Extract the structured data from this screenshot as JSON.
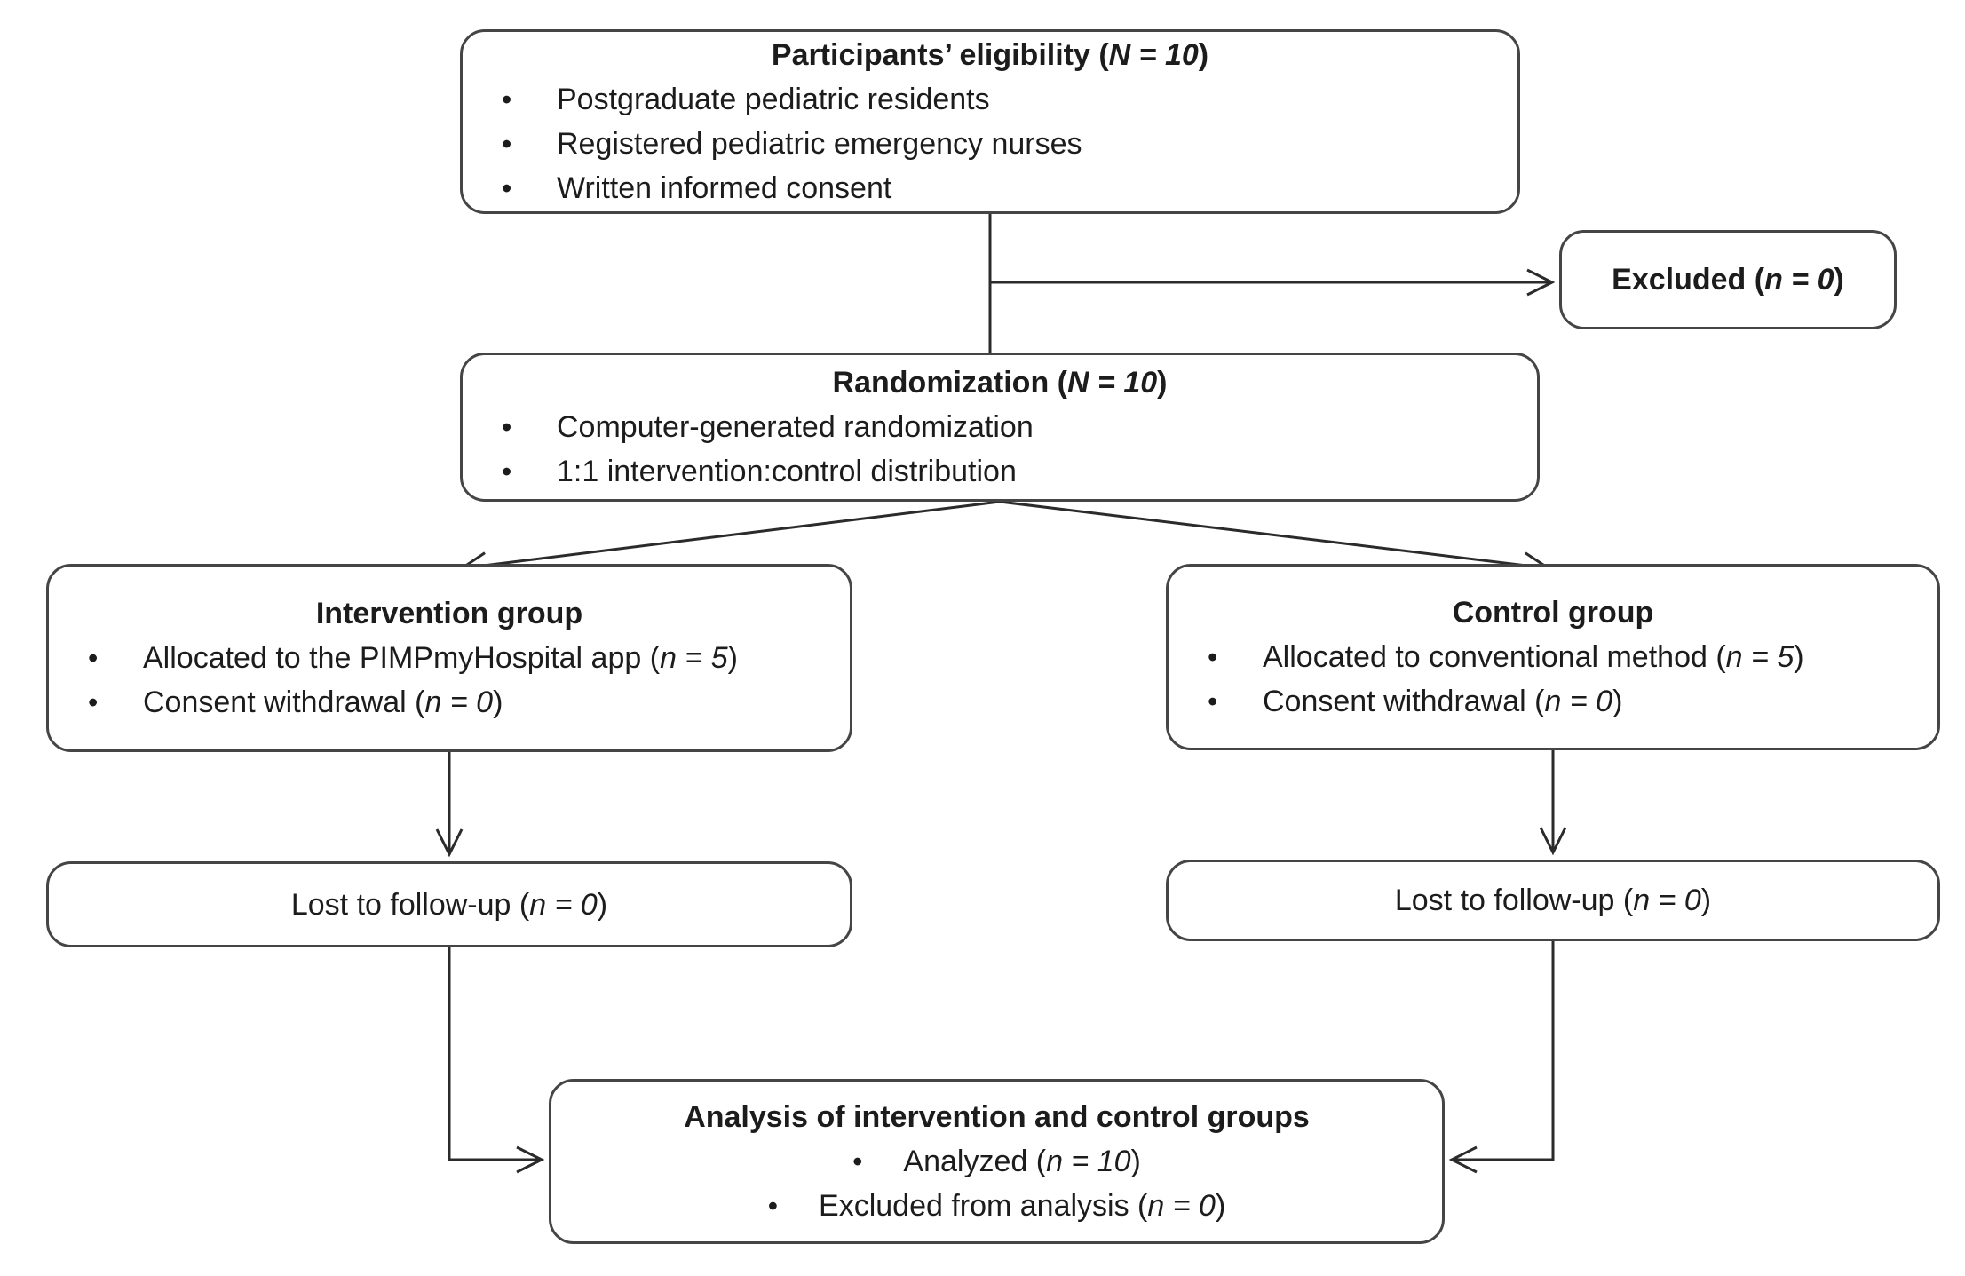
{
  "colors": {
    "box_border": "#454545",
    "text": "#1c1c1c",
    "arrow": "#2b2b2b",
    "background": "#ffffff"
  },
  "ui": {
    "bullet_char": "•"
  },
  "boxes": {
    "eligibility": {
      "title": [
        {
          "t": "Participants’ eligibility ("
        },
        {
          "t": "N = 10",
          "i": true
        },
        {
          "t": ")"
        }
      ],
      "bullets": [
        [
          {
            "t": "Postgraduate pediatric residents"
          }
        ],
        [
          {
            "t": "Registered pediatric emergency nurses"
          }
        ],
        [
          {
            "t": "Written informed consent"
          }
        ]
      ]
    },
    "excluded": {
      "title": [
        {
          "t": "Excluded ("
        },
        {
          "t": "n = 0",
          "i": true
        },
        {
          "t": ")"
        }
      ]
    },
    "randomization": {
      "title": [
        {
          "t": "Randomization ("
        },
        {
          "t": "N = 10",
          "i": true
        },
        {
          "t": ")"
        }
      ],
      "bullets": [
        [
          {
            "t": "Computer-generated randomization"
          }
        ],
        [
          {
            "t": "1:1 intervention:control distribution"
          }
        ]
      ]
    },
    "intervention": {
      "title": [
        {
          "t": "Intervention group"
        }
      ],
      "bullets": [
        [
          {
            "t": "Allocated to the PIMPmyHospital app ("
          },
          {
            "t": "n = 5",
            "i": true
          },
          {
            "t": ")"
          }
        ],
        [
          {
            "t": "Consent withdrawal ("
          },
          {
            "t": "n = 0",
            "i": true
          },
          {
            "t": ")"
          }
        ]
      ]
    },
    "control": {
      "title": [
        {
          "t": "Control group"
        }
      ],
      "bullets": [
        [
          {
            "t": "Allocated to conventional method ("
          },
          {
            "t": "n = 5",
            "i": true
          },
          {
            "t": ")"
          }
        ],
        [
          {
            "t": "Consent withdrawal ("
          },
          {
            "t": "n = 0",
            "i": true
          },
          {
            "t": ")"
          }
        ]
      ]
    },
    "lost_left": {
      "title": [
        {
          "t": "Lost to follow-up ("
        },
        {
          "t": "n = 0",
          "i": true
        },
        {
          "t": ")"
        }
      ]
    },
    "lost_right": {
      "title": [
        {
          "t": "Lost to follow-up ("
        },
        {
          "t": "n = 0",
          "i": true
        },
        {
          "t": ")"
        }
      ]
    },
    "analysis": {
      "title": [
        {
          "t": "Analysis of intervention and control groups"
        }
      ],
      "bullets": [
        [
          {
            "t": "Analyzed ("
          },
          {
            "t": "n = 10",
            "i": true
          },
          {
            "t": ")"
          }
        ],
        [
          {
            "t": "Excluded from analysis ("
          },
          {
            "t": "n = 0",
            "i": true
          },
          {
            "t": ")"
          }
        ]
      ]
    }
  }
}
